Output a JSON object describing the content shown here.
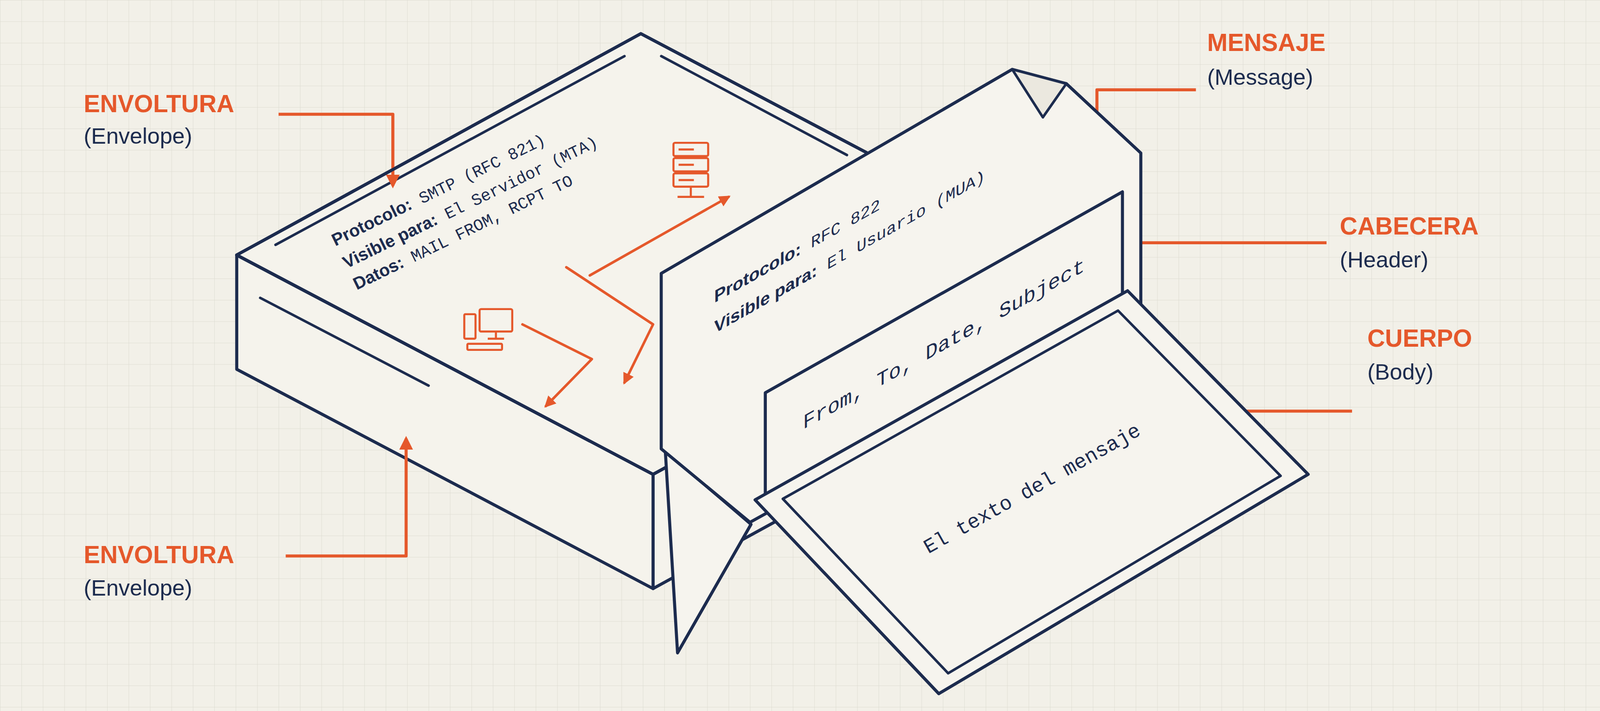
{
  "diagram": {
    "nodes": [
      {
        "text": [
          "Protocolo: SMTP (RFC 821)",
          "Visible para: El Servidor (MTA)",
          "Datos: MAIL FROM, RCPT TO"
        ]
      },
      {
        "text": [
          "Protocolo: RFC 822",
          "Visible para: El Usuario (MUA)"
        ]
      },
      {
        "text": [
          "From, To, Date, Subject"
        ],
        "in": 1
      },
      {
        "text": [
          "El texto del mensaje"
        ],
        "in": 1
      }
    ],
    "labels": [
      "MENSAJE",
      "(Message)",
      "ENVOLTURA",
      "(Envelope)",
      "CABECERA",
      "(Header)",
      "CUERPO",
      "(Body)",
      "ENVOLTURA",
      "(Envelope)"
    ]
  }
}
